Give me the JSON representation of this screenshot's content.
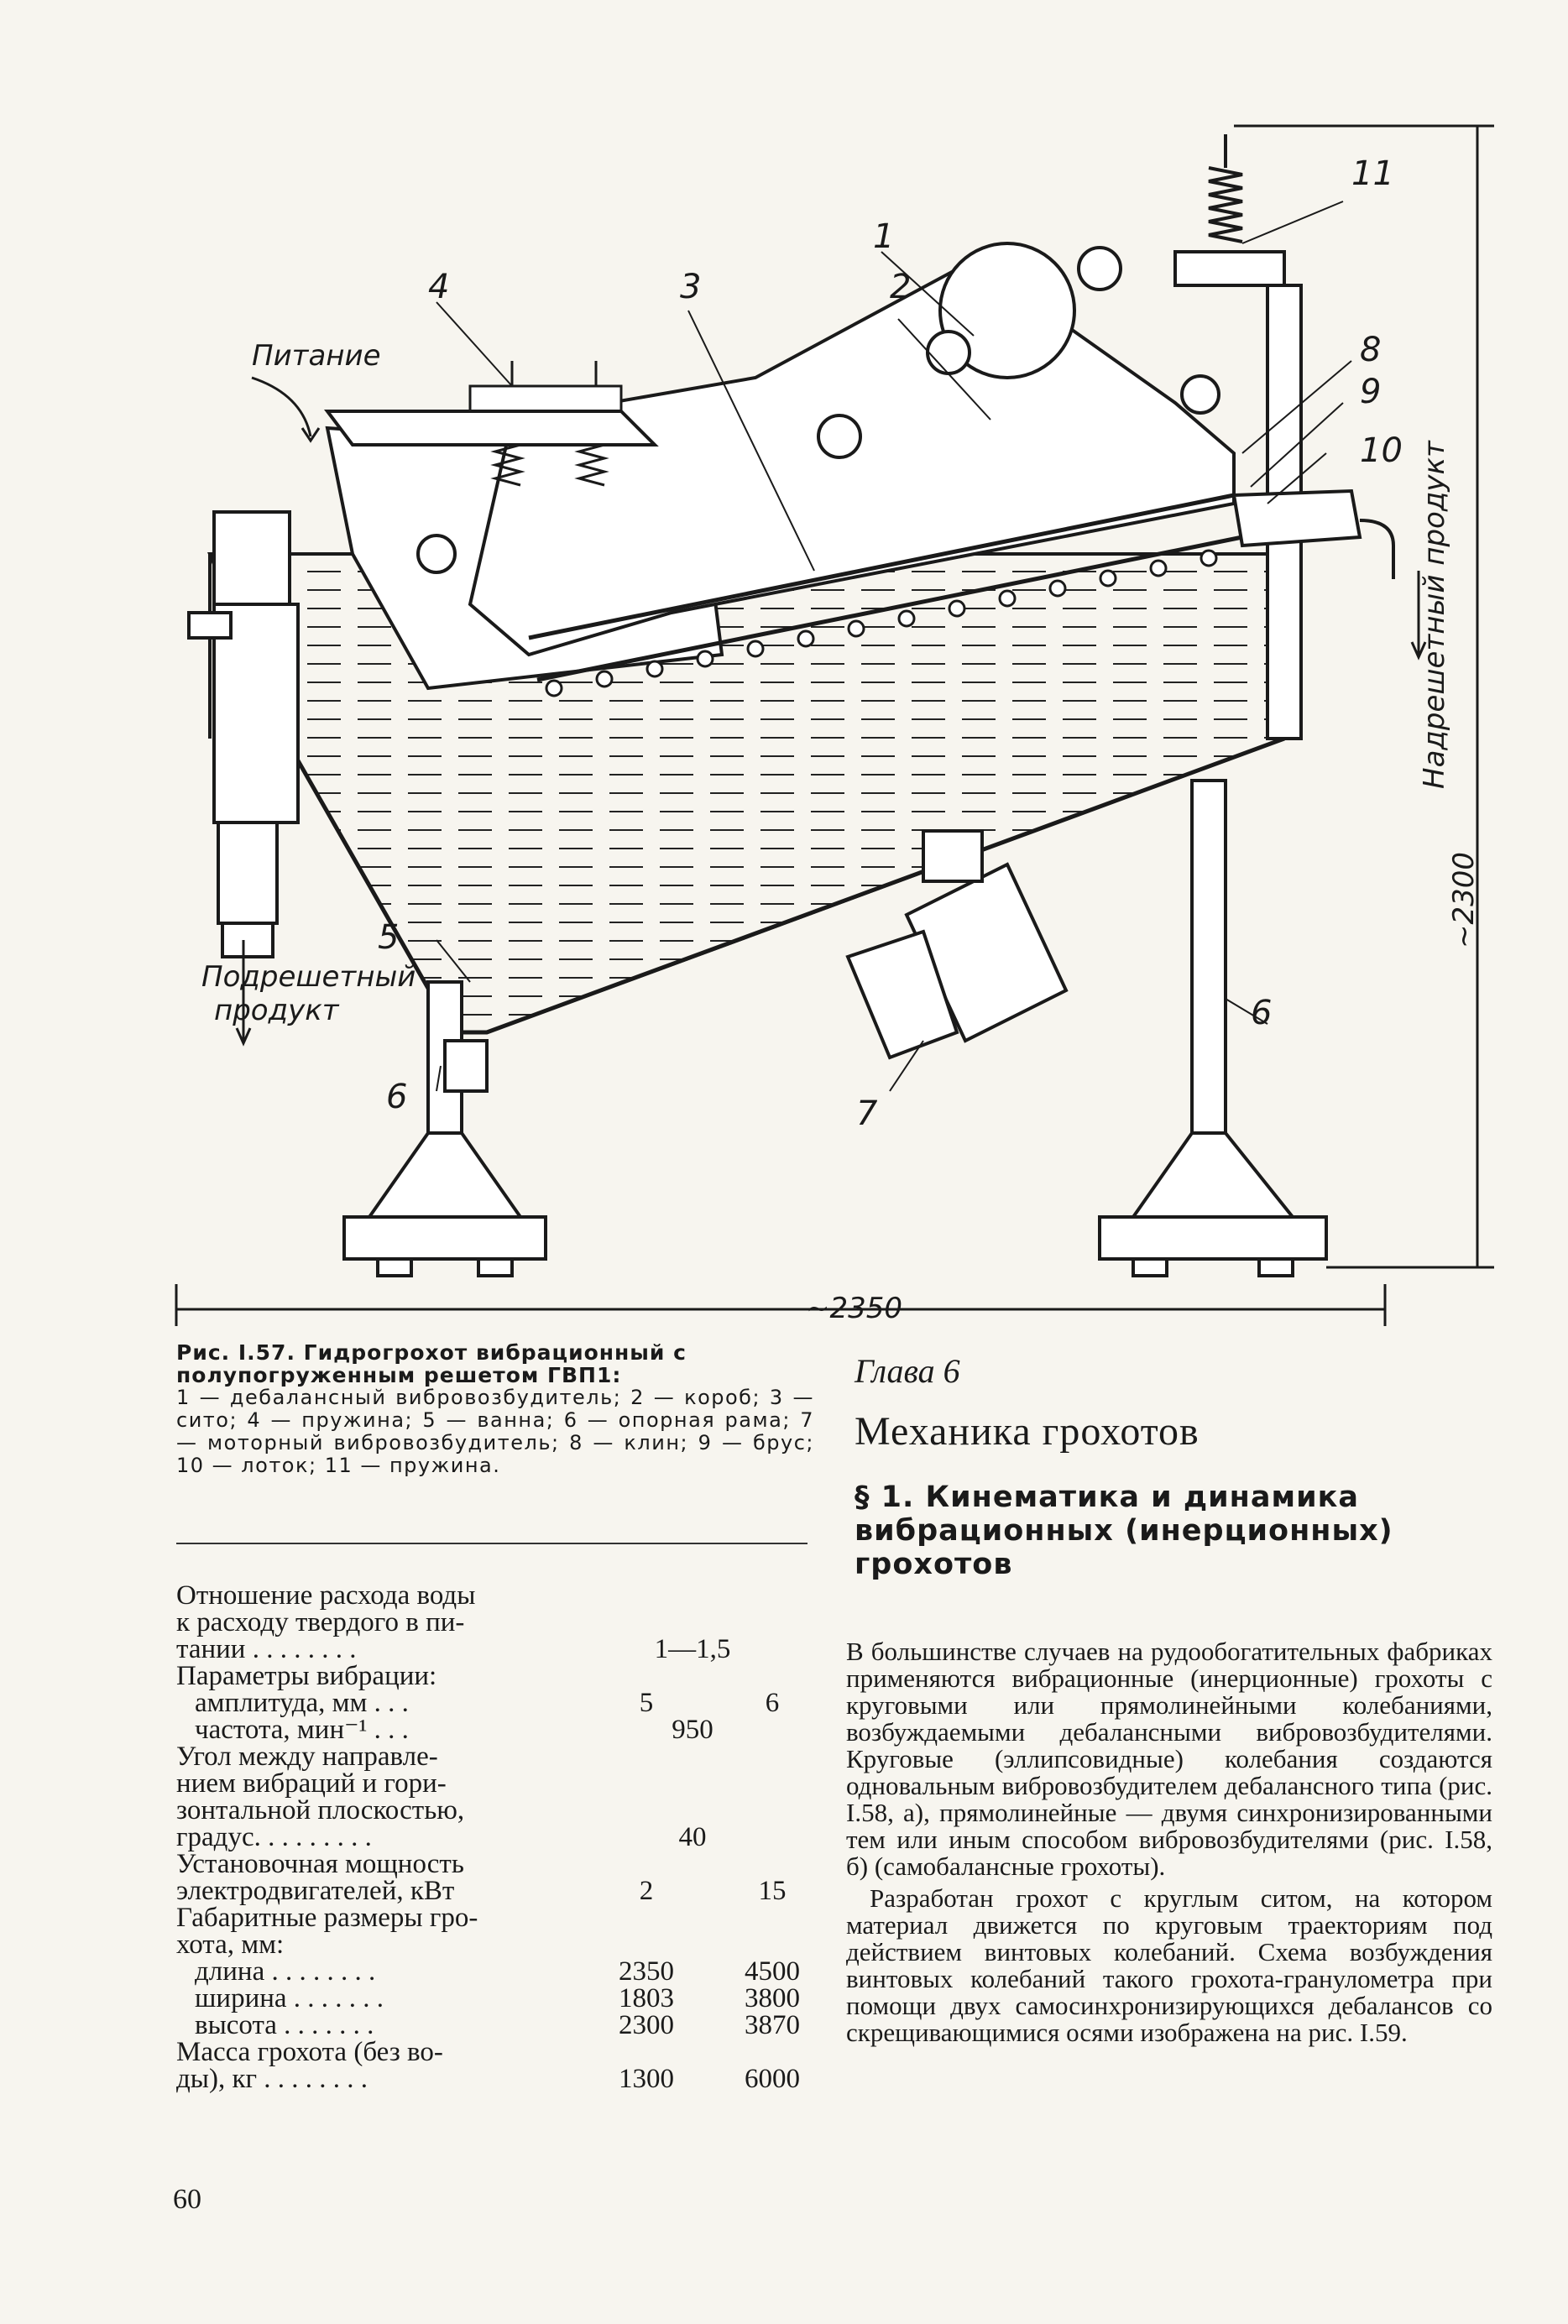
{
  "figure": {
    "labels": {
      "feed": "Питание",
      "undersize": [
        "Подрешетный",
        "продукт"
      ],
      "oversize": "Надрешетный продукт",
      "dim_height": "~2300",
      "dim_length": "~2350"
    },
    "callouts": [
      "1",
      "2",
      "3",
      "4",
      "5",
      "6",
      "6",
      "7",
      "8",
      "9",
      "10",
      "11"
    ]
  },
  "caption": {
    "title": "Рис. I.57. Гидрогрохот вибрационный с полупогруженным решетом ГВП1:",
    "legend": "1 — дебалансный вибровозбудитель; 2 — короб; 3 — сито; 4 — пружина; 5 — ванна; 6 — опорная рама; 7 — моторный вибровозбудитель; 8 — клин; 9 — брус; 10 — лоток; 11 — пружина."
  },
  "spec_table": {
    "rows": [
      {
        "label": "Отношение расхода воды",
        "indent": false
      },
      {
        "label": "к расходу твердого в пи-",
        "indent": false
      },
      {
        "label": "тании . . . . . . . .",
        "indent": false,
        "center": "1—1,5"
      },
      {
        "label": "Параметры вибрации:",
        "indent": false
      },
      {
        "label": "амплитуда, мм   . . .",
        "indent": true,
        "v1": "5",
        "v2": "6"
      },
      {
        "label": "частота, мин⁻¹   . . .",
        "indent": true,
        "center": "950"
      },
      {
        "label": "Угол между направле-",
        "indent": false
      },
      {
        "label": "нием вибраций и гори-",
        "indent": false
      },
      {
        "label": "зонтальной плоскостью,",
        "indent": false
      },
      {
        "label": "градус. . . . . . . . .",
        "indent": false,
        "center": "40"
      },
      {
        "label": "Установочная мощность",
        "indent": false
      },
      {
        "label": "электродвигателей, кВт",
        "indent": false,
        "v1": "2",
        "v2": "15"
      },
      {
        "label": "Габаритные размеры гро-",
        "indent": false
      },
      {
        "label": "хота, мм:",
        "indent": false
      },
      {
        "label": "длина . . . . . . . .",
        "indent": true,
        "v1": "2350",
        "v2": "4500"
      },
      {
        "label": "ширина . . . . . . .",
        "indent": true,
        "v1": "1803",
        "v2": "3800"
      },
      {
        "label": "высота . . . . . . .",
        "indent": true,
        "v1": "2300",
        "v2": "3870"
      },
      {
        "label": "Масса грохота (без во-",
        "indent": false
      },
      {
        "label": "ды), кг . . . . . . . .",
        "indent": false,
        "v1": "1300",
        "v2": "6000"
      }
    ]
  },
  "chapter": {
    "number": "Глава 6",
    "title": "Механика грохотов",
    "section": "§ 1. Кинематика и динамика вибрационных (инерционных) грохотов"
  },
  "body": {
    "p1": "В большинстве случаев на рудообогатительных фабриках применяются вибрационные (инерционные) грохоты с круговыми или прямолинейными колебаниями, возбуждаемыми дебалансными вибровозбудителями. Круговые (эллипсовидные) колебания создаются одновальным вибровозбудителем дебалансного типа (рис. I.58, а), прямолинейные — двумя синхронизированными тем или иным способом вибровозбудителями (рис. I.58, б) (самобалансные грохоты).",
    "p2": "Разработан грохот с круглым ситом, на котором материал движется по круговым траекториям под действием винтовых колебаний. Схема возбуждения винтовых колебаний такого грохота-гранулометра при помощи двух самосинхронизирующихся дебалансов со скрещивающимися осями изображена на рис. I.59."
  },
  "page_number": "60"
}
